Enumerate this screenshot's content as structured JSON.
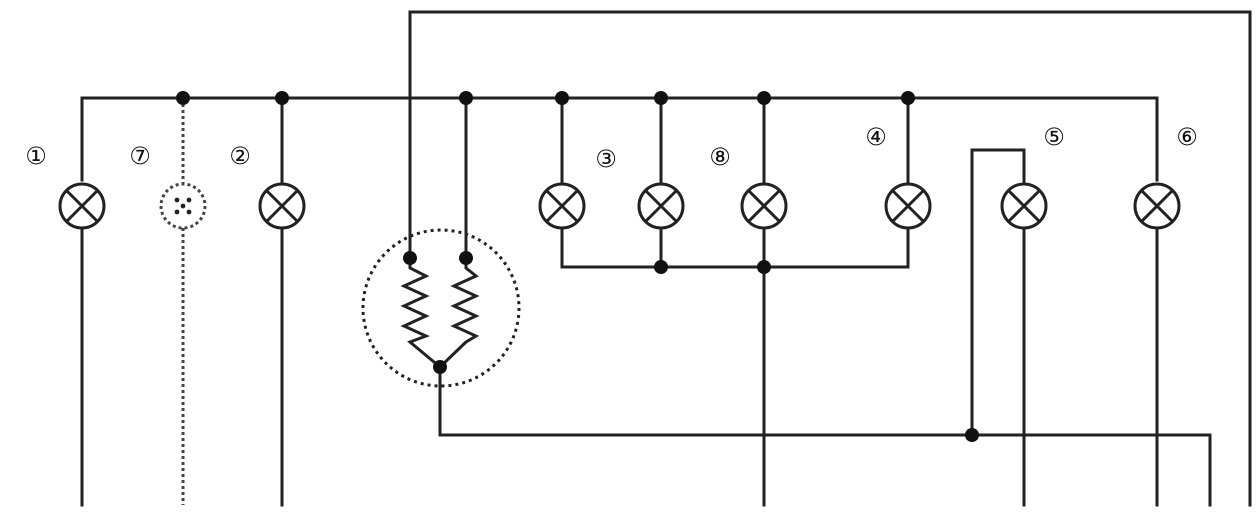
{
  "diagram": {
    "kind": "lamp-wiring-schematic",
    "lamps": [
      {
        "id": "lamp-1",
        "label": "①",
        "style": "solid"
      },
      {
        "id": "lamp-7",
        "label": "⑦",
        "style": "dotted"
      },
      {
        "id": "lamp-2",
        "label": "②",
        "style": "solid"
      },
      {
        "id": "lamp-3",
        "label": "③",
        "style": "solid"
      },
      {
        "id": "lamp-unlabeled",
        "label": "",
        "style": "solid"
      },
      {
        "id": "lamp-8",
        "label": "⑧",
        "style": "solid"
      },
      {
        "id": "lamp-4",
        "label": "④",
        "style": "solid"
      },
      {
        "id": "lamp-5",
        "label": "⑤",
        "style": "solid"
      },
      {
        "id": "lamp-6",
        "label": "⑥",
        "style": "solid"
      }
    ],
    "heater": {
      "coils": 2,
      "enclosure": "dotted-circle"
    },
    "colors": {
      "line": "#222222",
      "background": "#ffffff"
    }
  }
}
